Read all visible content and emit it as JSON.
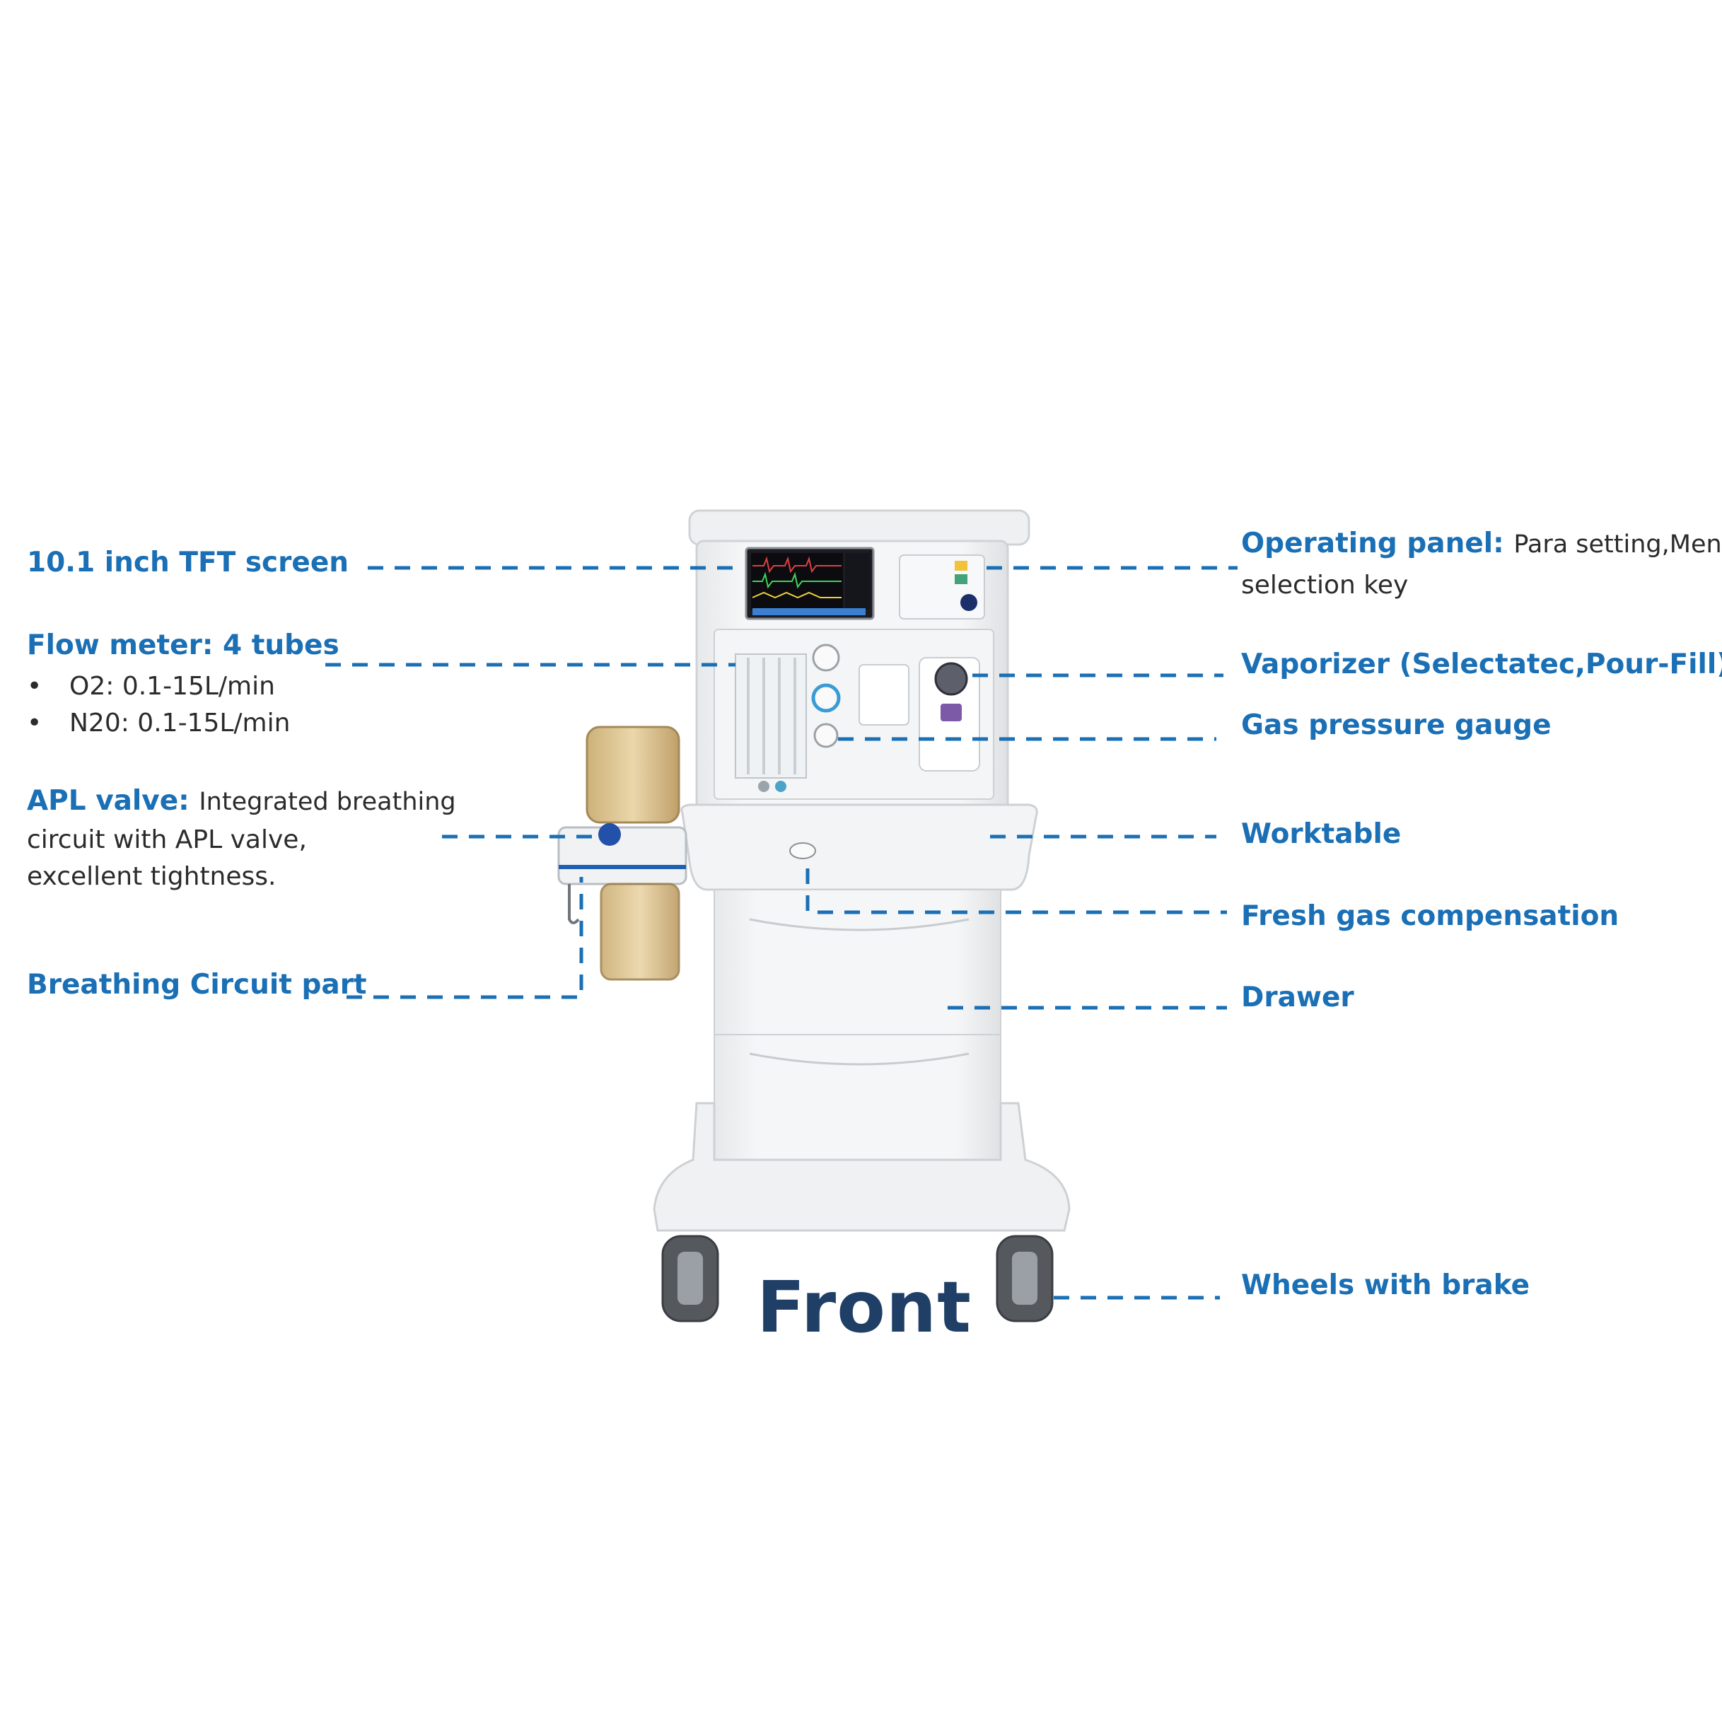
{
  "view_title": "Front",
  "callouts": {
    "screen": {
      "label": "10.1 inch TFT screen"
    },
    "flow_meter": {
      "label": "Flow meter: 4 tubes",
      "items": [
        "O2: 0.1-15L/min",
        "N20: 0.1-15L/min"
      ]
    },
    "apl_valve": {
      "label": "APL valve:",
      "text_first": "Integrated breathing",
      "text_rest": "circuit with APL valve, excellent tightness."
    },
    "breathing_circuit": {
      "label": "Breathing Circuit part"
    },
    "operating_panel": {
      "label": "Operating panel:",
      "text_first": "Para setting,Menu",
      "text_rest": "selection key"
    },
    "vaporizer": {
      "label": "Vaporizer (Selectatec,Pour-Fill)"
    },
    "gas_pressure": {
      "label": "Gas pressure gauge"
    },
    "worktable": {
      "label": "Worktable"
    },
    "fresh_gas": {
      "label": "Fresh gas compensation"
    },
    "drawer": {
      "label": "Drawer"
    },
    "wheels": {
      "label": "Wheels with brake"
    }
  },
  "colors": {
    "label_blue": "#1a6fb5",
    "title_navy": "#1f3f66",
    "leader_blue": "#1a6fb5"
  }
}
